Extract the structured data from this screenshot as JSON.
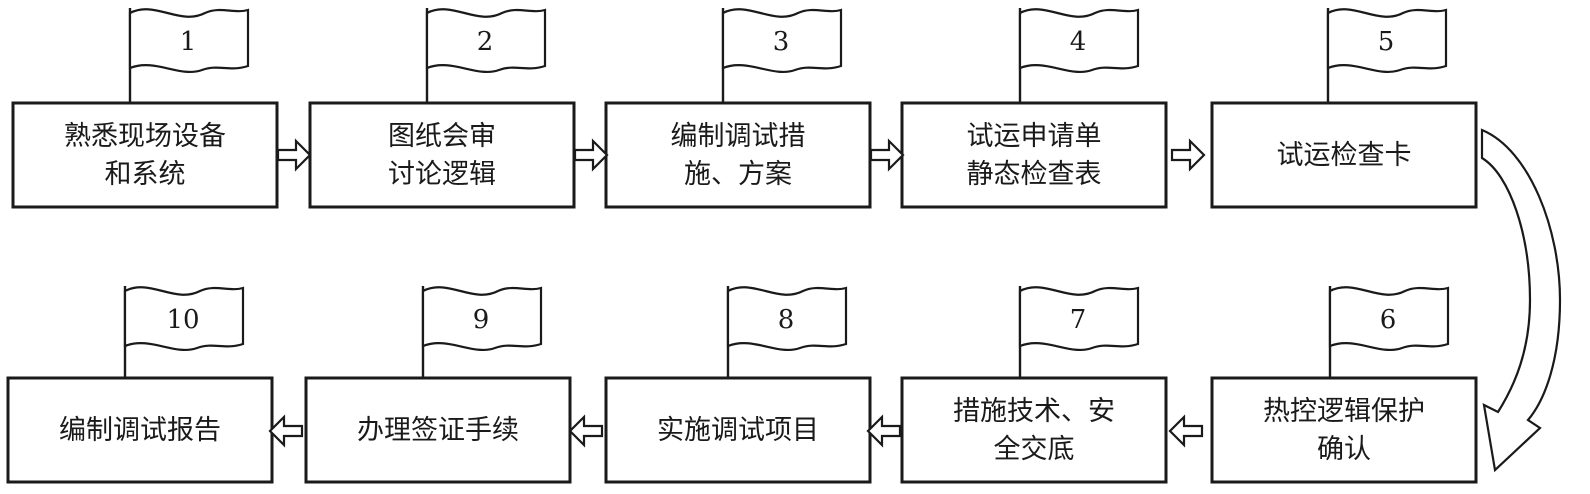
{
  "steps": [
    {
      "number": "1",
      "lines": [
        "熟悉现场设备",
        "和系统"
      ]
    },
    {
      "number": "2",
      "lines": [
        "图纸会审",
        "讨论逻辑"
      ]
    },
    {
      "number": "3",
      "lines": [
        "编制调试措",
        "施、方案"
      ]
    },
    {
      "number": "4",
      "lines": [
        "试运申请单",
        "静态检查表"
      ]
    },
    {
      "number": "5",
      "lines": [
        "试运检查卡"
      ]
    },
    {
      "number": "6",
      "lines": [
        "热控逻辑保护",
        "确认"
      ]
    },
    {
      "number": "7",
      "lines": [
        "措施技术、安",
        "全交底"
      ]
    },
    {
      "number": "8",
      "lines": [
        "实施调试项目"
      ]
    },
    {
      "number": "9",
      "lines": [
        "办理签证手续"
      ]
    },
    {
      "number": "10",
      "lines": [
        "编制调试报告"
      ]
    }
  ],
  "flow": {
    "row1_direction": "right",
    "row2_direction": "left",
    "connector": "curved-arrow-from-step-5-to-step-6"
  }
}
